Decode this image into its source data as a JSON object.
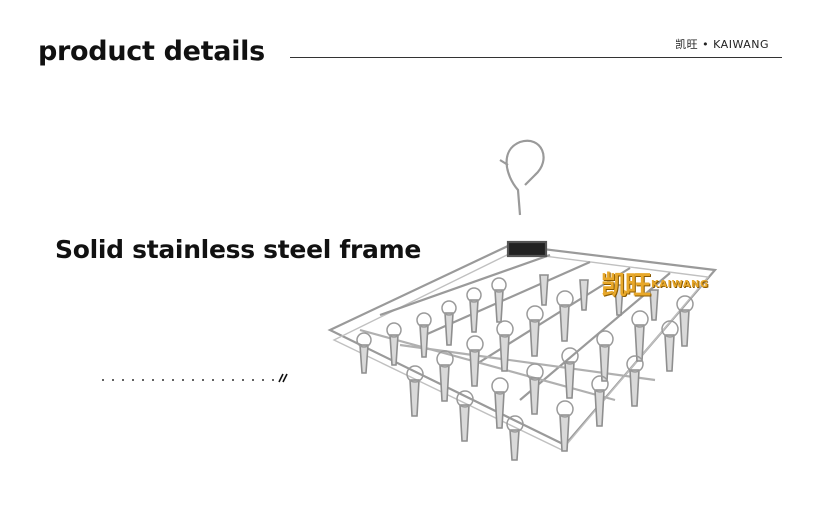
{
  "header": {
    "title": "product details",
    "brand": "凯旺 • KAIWANG"
  },
  "feature": {
    "caption": "Solid stainless steel frame"
  },
  "product": {
    "watermark_cn": "凯旺",
    "watermark_en": "KAIWANG",
    "icon": "stainless-steel-clothes-drying-rack-image"
  },
  "colors": {
    "text": "#111111",
    "watermark": "#e8a82a",
    "line": "#333333"
  }
}
